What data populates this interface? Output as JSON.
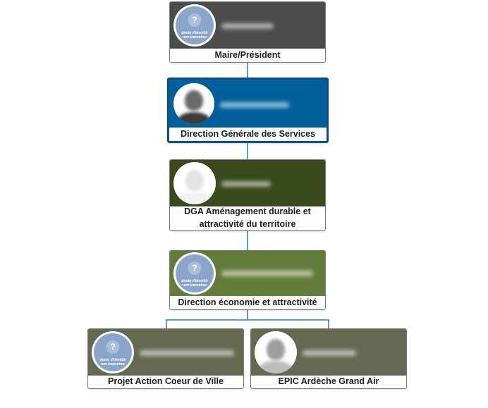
{
  "org_chart": {
    "placeholder_avatar_text": "photo d'identité\nnon transmise",
    "placeholder_avatar_glyph": "?",
    "nodes": [
      {
        "label": "Maire/Président",
        "header_color": "#4a4d4c",
        "avatar": "placeholder"
      },
      {
        "label": "Direction Générale des Services",
        "header_color": "#00609b",
        "avatar": "photo-dark",
        "selected": true
      },
      {
        "label": "DGA Aménagement durable et attractivité du territoire",
        "header_color": "#3a4a1e",
        "avatar": "photo-light"
      },
      {
        "label": "Direction économie et attractivité",
        "header_color": "#647c3a",
        "avatar": "placeholder"
      },
      {
        "label": "Projet Action Coeur de Ville",
        "header_color": "#646a52",
        "avatar": "placeholder"
      },
      {
        "label": "EPIC Ardèche Grand Air",
        "header_color": "#646a52",
        "avatar": "photo-grey"
      }
    ],
    "connector_color": "#5b9bd5"
  }
}
